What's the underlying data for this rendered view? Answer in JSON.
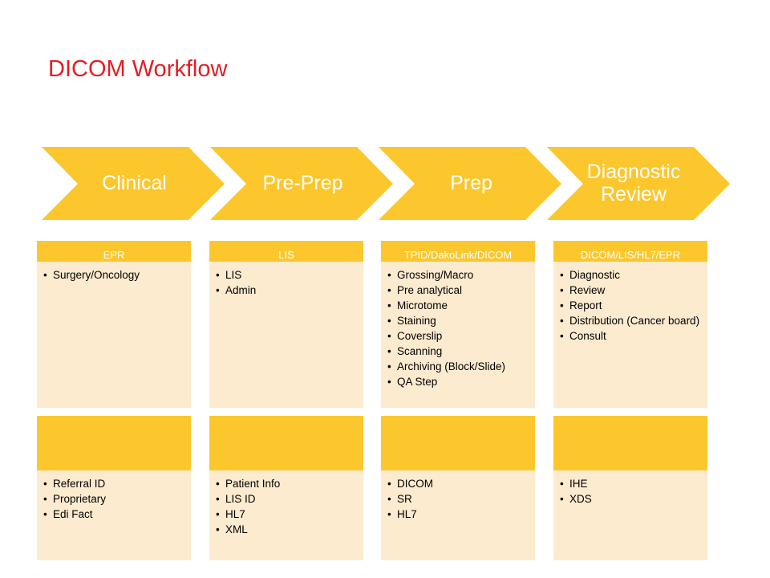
{
  "title": "DICOM Workflow",
  "colors": {
    "accent": "#fcc72c",
    "box_fill": "#fdebd0",
    "title": "#e31e24"
  },
  "stages": [
    {
      "label": "Clinical",
      "system": "EPR",
      "items": [
        "Surgery/Oncology"
      ],
      "standards": [
        "Referral ID",
        "Proprietary",
        "Edi Fact"
      ]
    },
    {
      "label": "Pre-Prep",
      "system": "LIS",
      "items": [
        "LIS",
        "Admin"
      ],
      "standards": [
        "Patient Info",
        "LIS ID",
        "HL7",
        "XML"
      ]
    },
    {
      "label": "Prep",
      "system": "TPID/DakoLink/DICOM",
      "items": [
        "Grossing/Macro",
        "Pre analytical",
        "Microtome",
        "Staining",
        "Coverslip",
        "Scanning",
        "Archiving (Block/Slide)",
        "QA Step"
      ],
      "standards": [
        "DICOM",
        "SR",
        "HL7"
      ]
    },
    {
      "label": "Diagnostic Review",
      "system": "DICOM/LIS/HL7/EPR",
      "items": [
        "Diagnostic",
        "Review",
        "Report",
        "Distribution (Cancer board)",
        "Consult"
      ],
      "standards": [
        "IHE",
        "XDS"
      ]
    }
  ]
}
